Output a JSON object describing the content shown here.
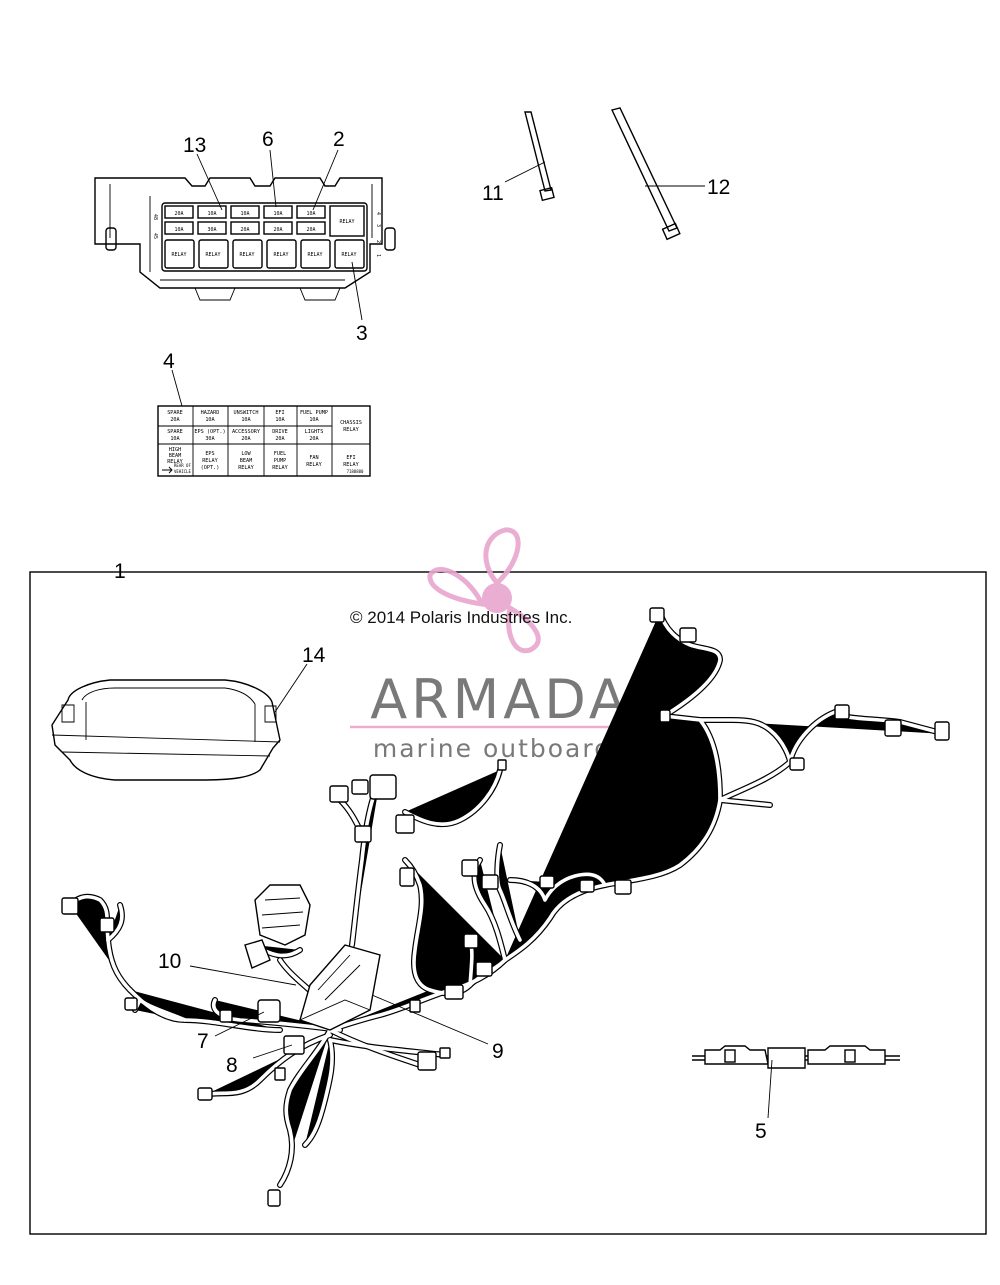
{
  "callouts": {
    "c1": "1",
    "c2": "2",
    "c3": "3",
    "c4": "4",
    "c5": "5",
    "c6": "6",
    "c7": "7",
    "c8": "8",
    "c9": "9",
    "c10": "10",
    "c11": "11",
    "c12": "12",
    "c13": "13",
    "c14": "14"
  },
  "fuse_box": {
    "side_left_top": "48",
    "side_left_bottom": "45",
    "side_right": [
      "4",
      "3",
      "2",
      "1"
    ],
    "row1": [
      "20A",
      "10A",
      "10A",
      "10A",
      "10A",
      "RELAY"
    ],
    "row2": [
      "10A",
      "30A",
      "20A",
      "20A",
      "20A"
    ],
    "row3": [
      "RELAY",
      "RELAY",
      "RELAY",
      "RELAY",
      "RELAY",
      "RELAY"
    ]
  },
  "fuse_label": {
    "r1": [
      [
        "SPARE",
        "20A"
      ],
      [
        "HAZARD",
        "10A"
      ],
      [
        "UNSWITCH",
        "10A"
      ],
      [
        "EFI",
        "10A"
      ],
      [
        "FUEL PUMP",
        "10A"
      ]
    ],
    "r2": [
      [
        "SPARE",
        "10A"
      ],
      [
        "EPS (OPT.)",
        "30A"
      ],
      [
        "ACCESSORY",
        "20A"
      ],
      [
        "DRIVE",
        "20A"
      ],
      [
        "LIGHTS",
        "20A"
      ]
    ],
    "chassis": [
      "CHASSIS",
      "RELAY"
    ],
    "r3": [
      [
        "EPS",
        "RELAY",
        "(OPT.)"
      ],
      [
        "LOW",
        "BEAM",
        "RELAY"
      ],
      [
        "FUEL",
        "PUMP",
        "RELAY"
      ],
      [
        "FAN",
        "RELAY"
      ],
      [
        "EFI",
        "RELAY"
      ]
    ],
    "high_beam": [
      "HIGH",
      "BEAM",
      "RELAY"
    ],
    "rear": [
      "REAR OF",
      "VEHICLE"
    ],
    "part_no": "7180880"
  },
  "copyright": "© 2014 Polaris Industries Inc.",
  "watermark": {
    "brand": "ARMADA",
    "tagline": "marine outboards"
  },
  "colors": {
    "line": "#000000",
    "watermark_pink": "#e8a6cf",
    "watermark_text": "#6b6b6b"
  }
}
